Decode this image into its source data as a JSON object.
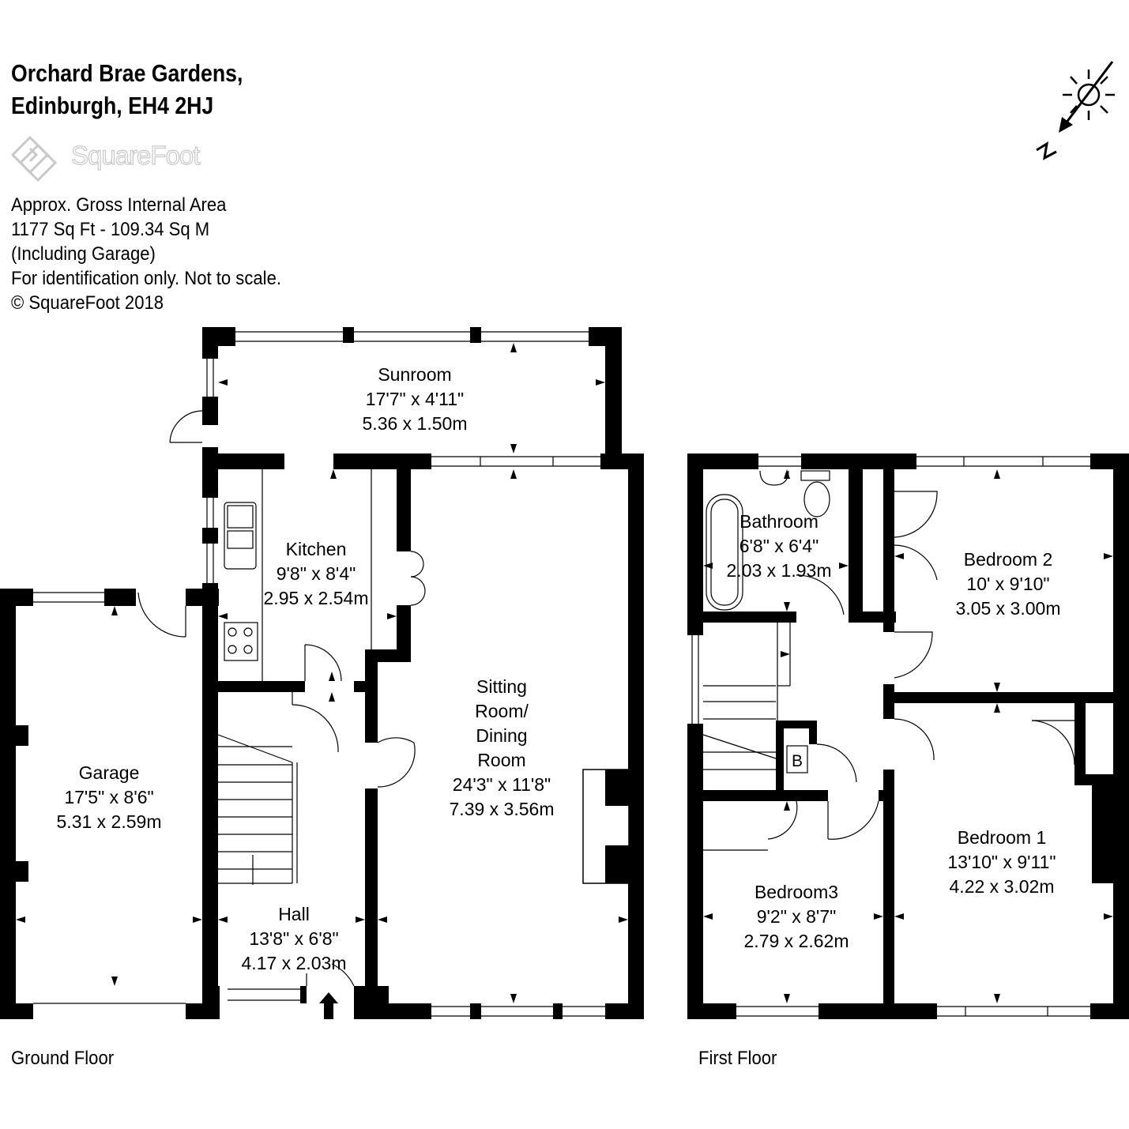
{
  "header": {
    "address_line1": "Orchard Brae Gardens,",
    "address_line2": "Edinburgh, EH4 2HJ"
  },
  "logo": {
    "text": "SquareFoot"
  },
  "info": {
    "line1": "Approx. Gross Internal Area",
    "line2": "1177 Sq Ft  -  109.34 Sq M",
    "line3": "(Including Garage)",
    "line4": "For identification only. Not to scale.",
    "line5": "© SquareFoot 2018"
  },
  "compass": {
    "label": "N"
  },
  "boiler": {
    "label": "B"
  },
  "floors": {
    "ground": "Ground Floor",
    "first": "First Floor"
  },
  "rooms": {
    "sunroom": {
      "name": "Sunroom",
      "imperial": "17'7\" x 4'11\"",
      "metric": "5.36 x 1.50m"
    },
    "kitchen": {
      "name": "Kitchen",
      "imperial": "9'8\" x 8'4\"",
      "metric": "2.95 x 2.54m"
    },
    "sitting": {
      "name1": "Sitting",
      "name2": "Room/",
      "name3": "Dining",
      "name4": "Room",
      "imperial": "24'3\" x 11'8\"",
      "metric": "7.39 x 3.56m"
    },
    "garage": {
      "name": "Garage",
      "imperial": "17'5\" x 8'6\"",
      "metric": "5.31 x 2.59m"
    },
    "hall": {
      "name": "Hall",
      "imperial": "13'8\" x 6'8\"",
      "metric": "4.17 x 2.03m"
    },
    "bathroom": {
      "name": "Bathroom",
      "imperial": "6'8\" x 6'4\"",
      "metric": "2.03 x 1.93m"
    },
    "bedroom2": {
      "name": "Bedroom 2",
      "imperial": "10' x 9'10\"",
      "metric": "3.05 x 3.00m"
    },
    "bedroom1": {
      "name": "Bedroom 1",
      "imperial": "13'10\" x 9'11\"",
      "metric": "4.22 x 3.02m"
    },
    "bedroom3": {
      "name": "Bedroom3",
      "imperial": "9'2\" x 8'7\"",
      "metric": "2.79 x 2.62m"
    }
  }
}
